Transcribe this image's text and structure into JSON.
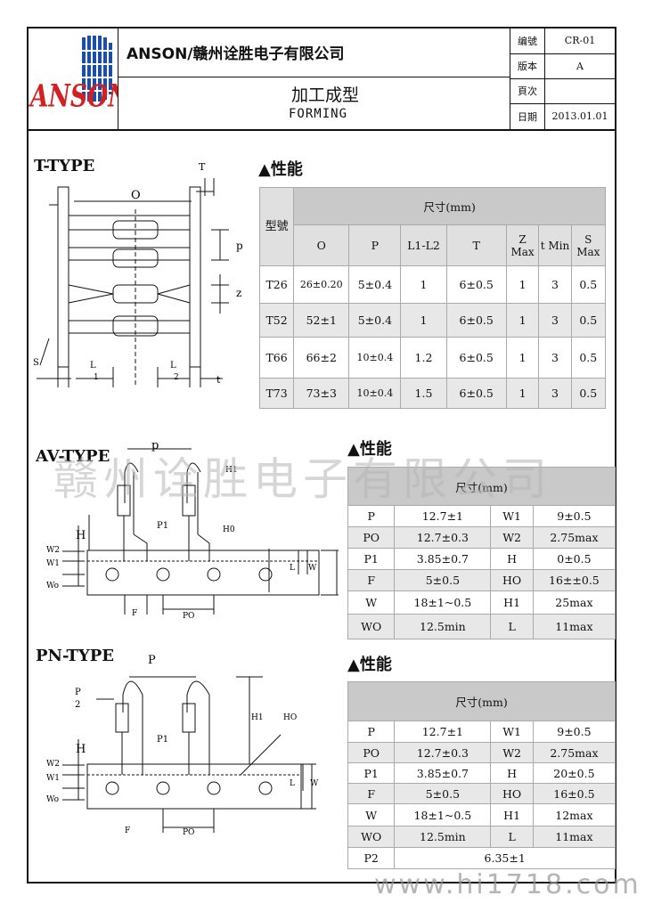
{
  "header": {
    "logo_text": "ANSON",
    "company": "ANSON/赣州诠胜电子有限公司",
    "title_zh": "加工成型",
    "title_en": "FORMING",
    "meta": [
      {
        "label": "编號",
        "value": "CR-01"
      },
      {
        "label": "版本",
        "value": "A"
      },
      {
        "label": "頁次",
        "value": ""
      },
      {
        "label": "日期",
        "value": "2013.01.01"
      }
    ]
  },
  "t_type": {
    "label": "T-TYPE",
    "perf_title": "▲性能",
    "dims": {
      "O": "O",
      "T": "T",
      "p": "p",
      "z": "z",
      "S": "S",
      "L1": "L",
      "L1sub": "1",
      "L2": "L",
      "L2sub": "2",
      "t": "t"
    },
    "table": {
      "model_header": "型號",
      "size_header": "尺寸(mm)",
      "columns": [
        "O",
        "P",
        "L1-L2",
        "T",
        "Z Max",
        "t Min",
        "S Max"
      ],
      "rows": [
        [
          "T26",
          "26±0.20",
          "5±0.4",
          "1",
          "6±0.5",
          "1",
          "3",
          "0.5"
        ],
        [
          "T52",
          "52±1",
          "5±0.4",
          "1",
          "6±0.5",
          "1",
          "3",
          "0.5"
        ],
        [
          "T66",
          "66±2",
          "10±0.4",
          "1.2",
          "6±0.5",
          "1",
          "3",
          "0.5"
        ],
        [
          "T73",
          "73±3",
          "10±0.4",
          "1.5",
          "6±0.5",
          "1",
          "3",
          "0.5"
        ]
      ]
    }
  },
  "av_type": {
    "label": "AV-TYPE",
    "perf_title": "▲性能",
    "dims": {
      "p": "p",
      "H1": "H1",
      "P1": "P1",
      "H0": "H0",
      "H": "H",
      "W2": "W2",
      "W1": "W1",
      "Wo": "Wo",
      "L": "L",
      "W": "W",
      "F": "F",
      "PO": "PO"
    },
    "table": {
      "size_header": "尺寸(mm)",
      "rows": [
        [
          "P",
          "12.7±1",
          "W1",
          "9±0.5"
        ],
        [
          "PO",
          "12.7±0.3",
          "W2",
          "2.75max"
        ],
        [
          "P1",
          "3.85±0.7",
          "H",
          "0±0.5"
        ],
        [
          "F",
          "5±0.5",
          "HO",
          "16±±0.5"
        ],
        [
          "W",
          "18±1~0.5",
          "H1",
          "25max"
        ],
        [
          "WO",
          "12.5min",
          "L",
          "11max"
        ]
      ]
    }
  },
  "pn_type": {
    "label": "PN-TYPE",
    "perf_title": "▲性能",
    "dims": {
      "P": "P",
      "P2a": "P",
      "P2b": "2",
      "H1": "H1",
      "HO": "HO",
      "P1": "P1",
      "H": "H",
      "W2": "W2",
      "W1": "W1",
      "Wo": "Wo",
      "L": "L",
      "W": "W",
      "F": "F",
      "PO": "PO"
    },
    "table": {
      "size_header": "尺寸(mm)",
      "rows": [
        [
          "P",
          "12.7±1",
          "W1",
          "9±0.5"
        ],
        [
          "PO",
          "12.7±0.3",
          "W2",
          "2.75max"
        ],
        [
          "P1",
          "3.85±0.7",
          "H",
          "20±0.5"
        ],
        [
          "F",
          "5±0.5",
          "HO",
          "16±0.5"
        ],
        [
          "W",
          "18±1~0.5",
          "H1",
          "12max"
        ],
        [
          "WO",
          "12.5min",
          "L",
          "11max"
        ]
      ],
      "last_row": [
        "P2",
        "6.35±1"
      ]
    }
  },
  "watermark": "赣州诠胜电子有限公司",
  "watermark_url": "www.hi1718.com",
  "colors": {
    "logo_red": "#d42020",
    "logo_blue": "#1a4fa8",
    "table_head": "#c9c9c9"
  }
}
